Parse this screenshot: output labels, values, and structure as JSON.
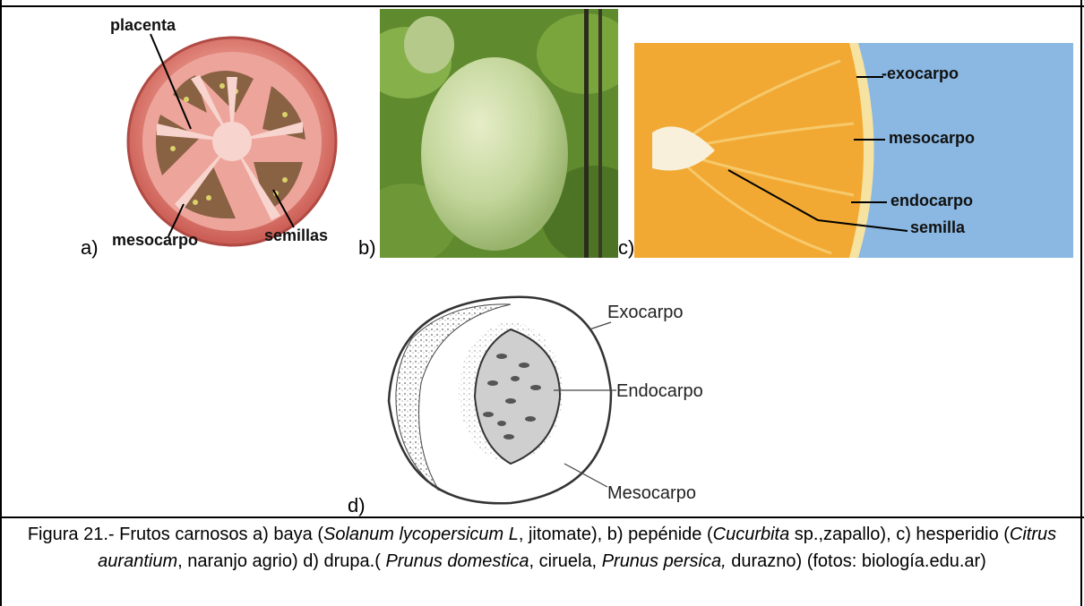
{
  "panels": {
    "a": {
      "label": "a)",
      "callouts": {
        "placenta": "placenta",
        "mesocarpo": "mesocarpo",
        "semillas": "semillas"
      }
    },
    "b": {
      "label": "b)"
    },
    "c": {
      "label": "c)",
      "callouts": {
        "exocarpo": "-exocarpo",
        "mesocarpo": "mesocarpo",
        "endocarpo": "endocarpo",
        "semilla": "semilla"
      }
    },
    "d": {
      "label": "d)",
      "callouts": {
        "exocarpo": "Exocarpo",
        "endocarpo": "Endocarpo",
        "mesocarpo": "Mesocarpo"
      }
    }
  },
  "caption": {
    "t1": "Figura 21.- Frutos carnosos a) baya (",
    "i1": "Solanum lycopersicum L",
    "t2": ", jitomate), b) pepénide (",
    "i2": "Cucurbita",
    "t3": " sp.,zapallo), c) hesperidio (",
    "i3": "Citrus aurantium",
    "t4": ", naranjo agrio) d) drupa.( ",
    "i4": "Prunus domestica",
    "t5": ", ciruela, ",
    "i5": "Prunus persica,",
    "t6": " durazno) (fotos: biología.edu.ar)"
  }
}
